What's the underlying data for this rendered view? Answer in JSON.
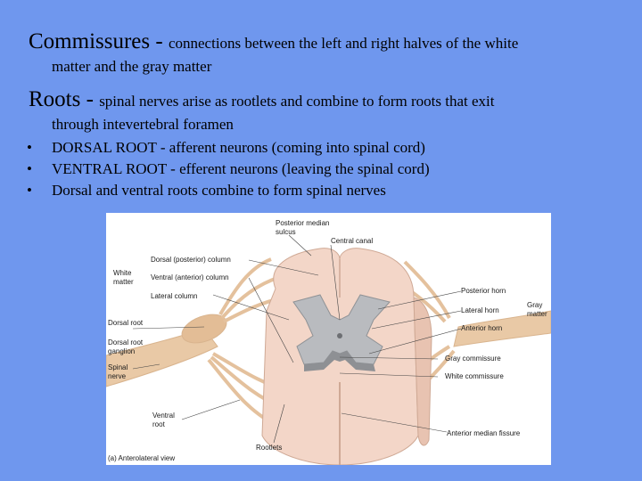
{
  "commissures": {
    "term": "Commissures",
    "separator": " - ",
    "desc_line1": "connections between the left and right halves of the white",
    "desc_line2": "matter and the gray matter"
  },
  "roots": {
    "term": "Roots",
    "separator": " - ",
    "desc_line1": "spinal nerves arise as rootlets and combine to form roots that exit",
    "desc_line2": "through intevertebral foramen"
  },
  "bullets": [
    "DORSAL ROOT - afferent neurons (coming into spinal cord)",
    "VENTRAL ROOT - efferent neurons (leaving the spinal cord)",
    "Dorsal and ventral roots combine to form spinal nerves"
  ],
  "bullet_glyph": "•",
  "figure": {
    "labels": {
      "posterior_median_sulcus_1": "Posterior median",
      "posterior_median_sulcus_2": "sulcus",
      "central_canal": "Central canal",
      "dorsal_column": "Dorsal (posterior) column",
      "ventral_column": "Ventral (anterior) column",
      "lateral_column": "Lateral column",
      "white_matter_1": "White",
      "white_matter_2": "matter",
      "posterior_horn": "Posterior horn",
      "lateral_horn": "Lateral horn",
      "anterior_horn": "Anterior horn",
      "gray_matter_1": "Gray",
      "gray_matter_2": "matter",
      "dorsal_root": "Dorsal root",
      "dorsal_root_ganglion_1": "Dorsal root",
      "dorsal_root_ganglion_2": "ganglion",
      "spinal_nerve_1": "Spinal",
      "spinal_nerve_2": "nerve",
      "gray_commissure": "Gray commissure",
      "white_commissure": "White commissure",
      "ventral_root_1": "Ventral",
      "ventral_root_2": "root",
      "rootlets": "Rootlets",
      "anterior_median_fissure": "Anterior median fissure",
      "caption": "(a) Anterolateral view"
    },
    "colors": {
      "white_matter": "#f3d6c8",
      "gray_matter": "#b9bbbf",
      "nerve": "#e9c9a6"
    }
  }
}
